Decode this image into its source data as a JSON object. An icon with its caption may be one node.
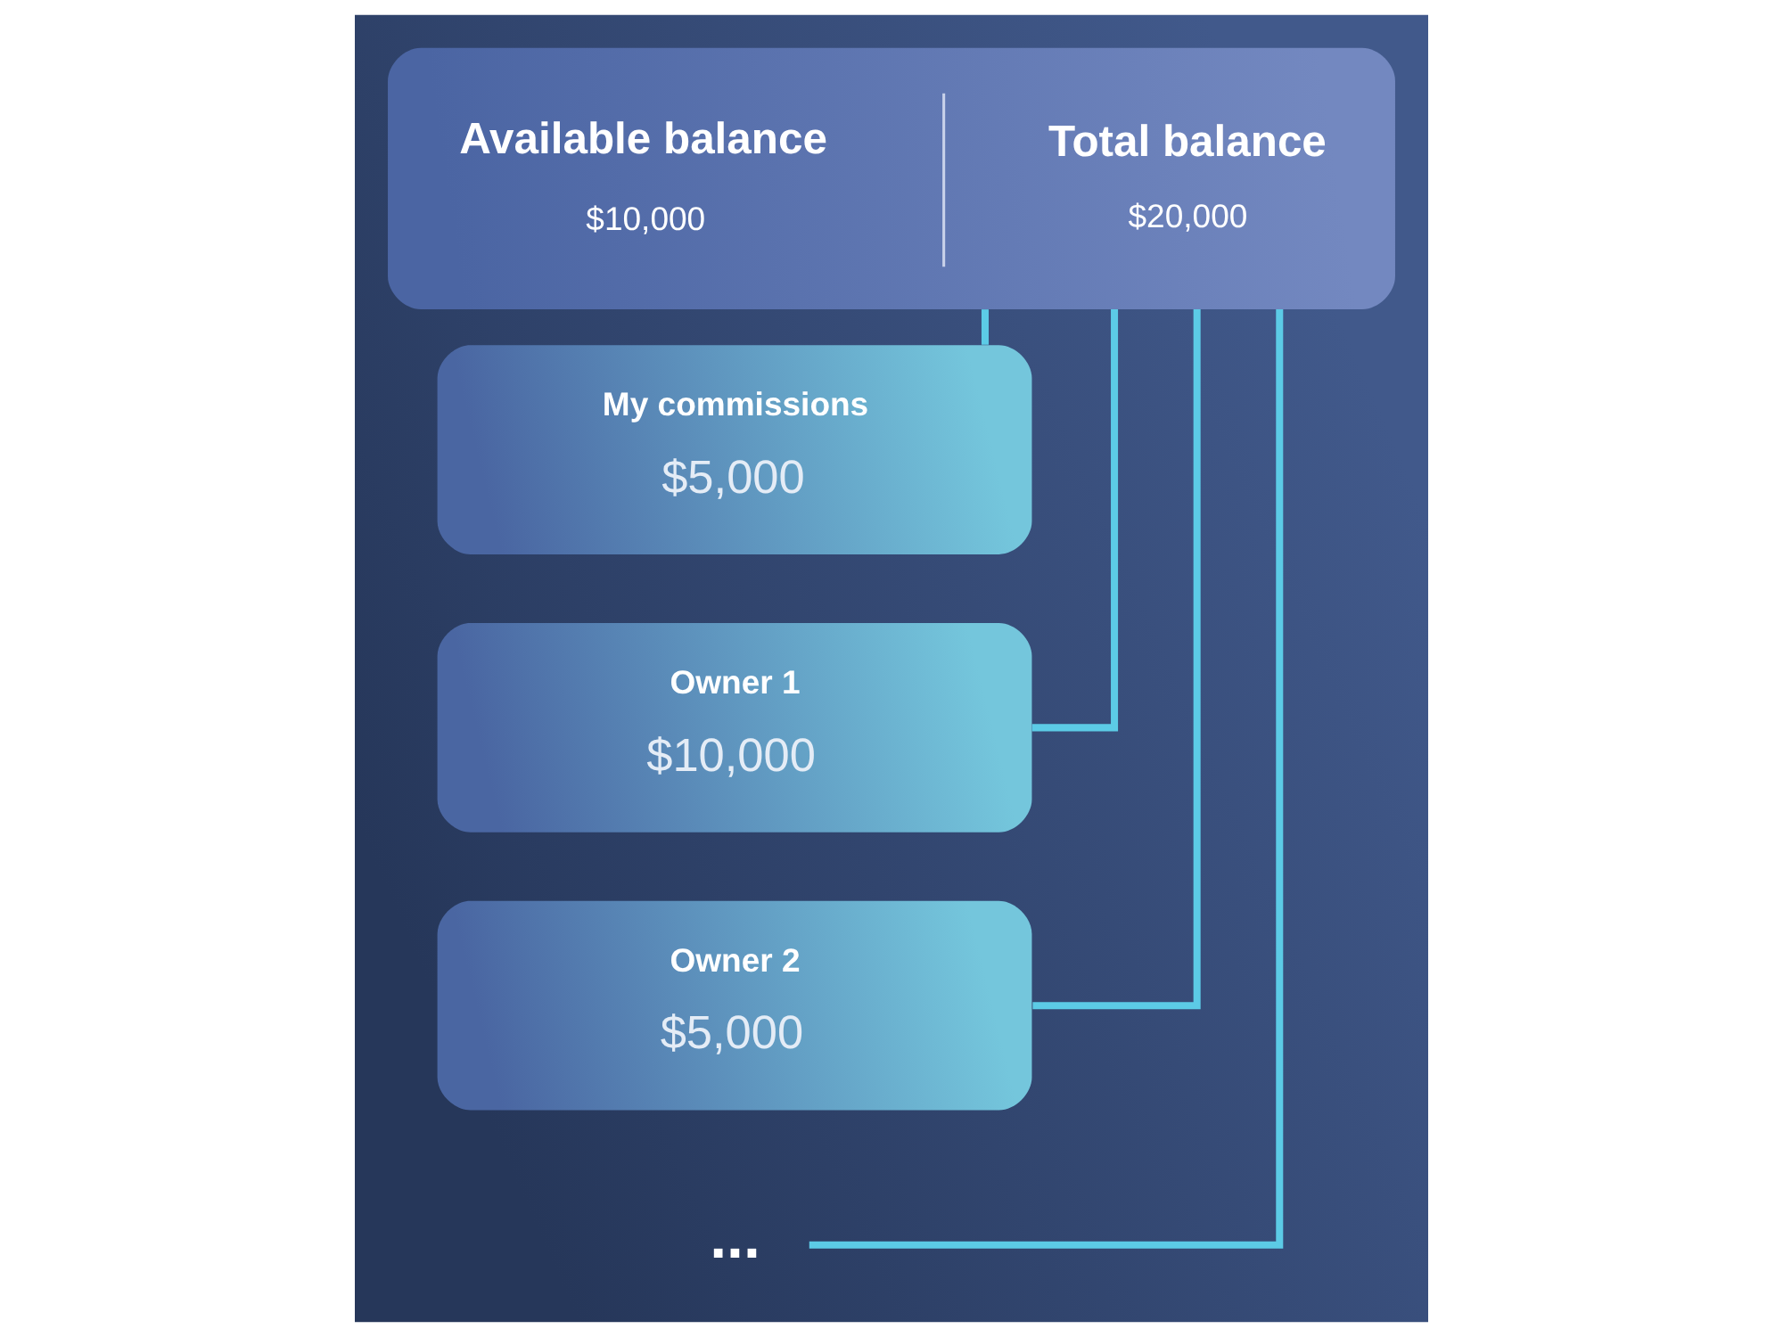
{
  "diagram": {
    "nodes": [
      {
        "text": [],
        "shape": "box"
      },
      {
        "text": [
          "Available balance",
          "$10,000"
        ],
        "in": 0
      },
      {
        "text": [
          "Total balance",
          "$20,000"
        ],
        "in": 0
      },
      {
        "text": [
          "My commissions",
          "$5,000"
        ]
      },
      {
        "text": [
          "Owner 1",
          "$10,000"
        ]
      },
      {
        "text": [
          "Owner 2",
          "$5,000"
        ]
      },
      {
        "text": [
          "..."
        ]
      }
    ],
    "edges": [
      {
        "from": 0,
        "to": 3,
        "arrow": "none"
      },
      {
        "from": 0,
        "to": 4,
        "arrow": "none"
      },
      {
        "from": 0,
        "to": 5,
        "arrow": "none"
      },
      {
        "from": 0,
        "to": 6,
        "arrow": "none"
      }
    ]
  }
}
